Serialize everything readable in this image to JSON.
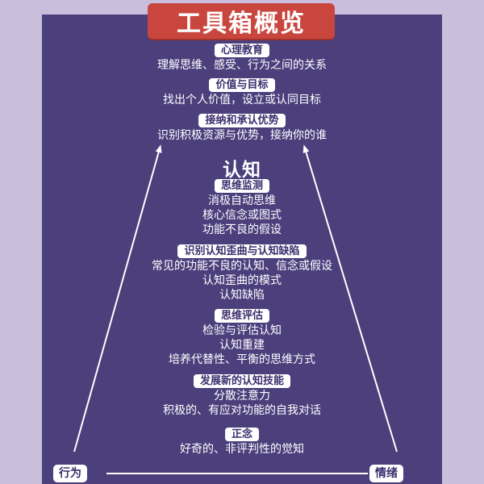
{
  "title": "工具箱概览",
  "top_sections": [
    {
      "label": "心理教育",
      "lines": [
        "理解思维、感受、行为之间的关系"
      ]
    },
    {
      "label": "价值与目标",
      "lines": [
        "找出个人价值，设立或认同目标"
      ]
    },
    {
      "label": "接纳和承认优势",
      "lines": [
        "识别积极资源与优势，接纳你的谁"
      ]
    }
  ],
  "heading": "认知",
  "cognition_sections": [
    {
      "label": "思维监测",
      "lines": [
        "消极自动思维",
        "核心信念或图式",
        "功能不良的假设"
      ]
    },
    {
      "label": "识别认知歪曲与认知缺陷",
      "lines": [
        "常见的功能不良的认知、信念或假设",
        "认知歪曲的模式",
        "认知缺陷"
      ]
    },
    {
      "label": "思维评估",
      "lines": [
        "检验与评估认知",
        "认知重建",
        "培养代替性、平衡的思维方式"
      ]
    },
    {
      "label": "发展新的认知技能",
      "lines": [
        "分散注意力",
        "积极的、有应对功能的自我对话"
      ]
    },
    {
      "label": "正念",
      "lines": [
        "好奇的、非评判性的觉知"
      ]
    }
  ],
  "corners": {
    "left": "行为",
    "right": "情绪"
  },
  "colors": {
    "background": "#4b3f7c",
    "banner": "#c9463f",
    "badge_text": "#3c2f6e",
    "text": "#ffffff"
  }
}
